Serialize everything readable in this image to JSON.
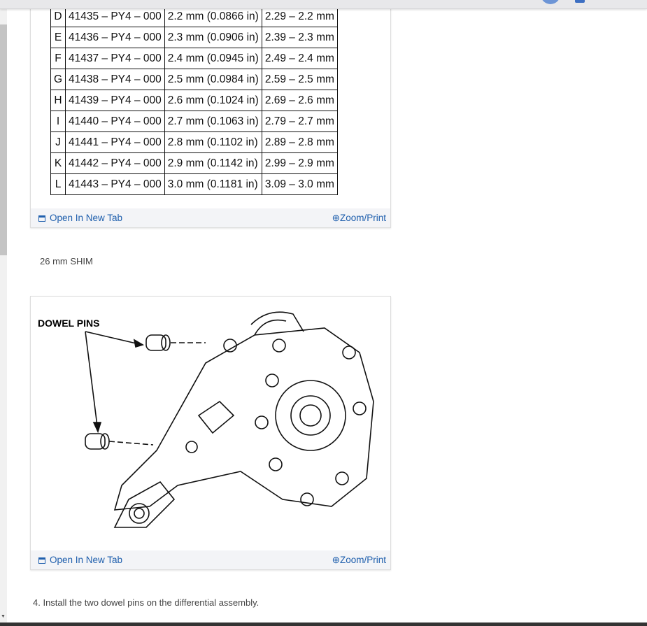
{
  "shim_table": {
    "rows": [
      [
        "D",
        "41435 – PY4 – 000",
        "2.2 mm (0.0866 in)",
        "2.29 – 2.2 mm"
      ],
      [
        "E",
        "41436 – PY4 – 000",
        "2.3 mm (0.0906 in)",
        "2.39 – 2.3 mm"
      ],
      [
        "F",
        "41437 – PY4 – 000",
        "2.4 mm (0.0945 in)",
        "2.49 – 2.4 mm"
      ],
      [
        "G",
        "41438 – PY4 – 000",
        "2.5 mm (0.0984 in)",
        "2.59 – 2.5 mm"
      ],
      [
        "H",
        "41439 – PY4 – 000",
        "2.6 mm (0.1024 in)",
        "2.69 – 2.6 mm"
      ],
      [
        "I",
        "41440 – PY4 – 000",
        "2.7 mm (0.1063 in)",
        "2.79 – 2.7 mm"
      ],
      [
        "J",
        "41441 – PY4 – 000",
        "2.8 mm (0.1102 in)",
        "2.89 – 2.8 mm"
      ],
      [
        "K",
        "41442 – PY4 – 000",
        "2.9 mm (0.1142 in)",
        "2.99 – 2.9 mm"
      ],
      [
        "L",
        "41443 – PY4 – 000",
        "3.0 mm (0.1181 in)",
        "3.09 – 3.0 mm"
      ]
    ]
  },
  "figure1": {
    "open_label": "Open In New Tab",
    "zoom_label": "Zoom/Print"
  },
  "caption": "26 mm SHIM",
  "figure2": {
    "label": "DOWEL PINS",
    "open_label": "Open In New Tab",
    "zoom_label": "Zoom/Print"
  },
  "step": "4. Install the two dowel pins on the differential assembly.",
  "colors": {
    "link": "#1f5fad",
    "footer_bg": "#f3f4f7"
  }
}
